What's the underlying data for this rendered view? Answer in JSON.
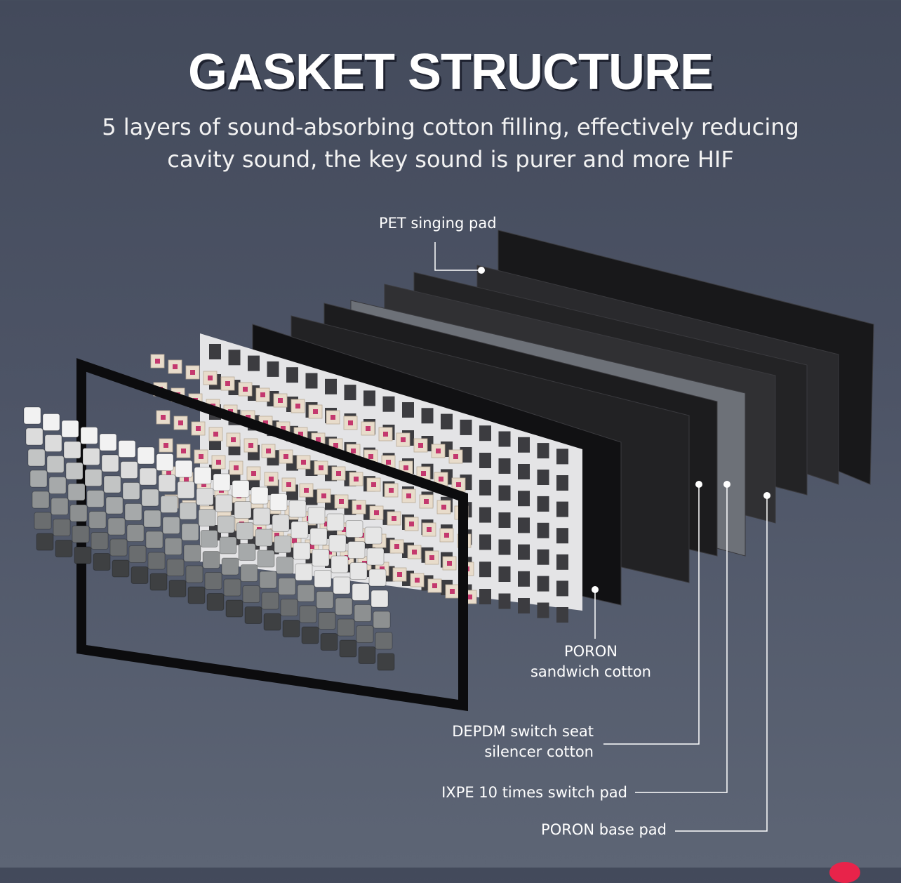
{
  "title": "GASKET STRUCTURE",
  "subtitle": {
    "line1": "5 layers of sound-absorbing cotton filling, effectively reducing",
    "line2": "cavity sound, the key sound is purer and more HIF"
  },
  "labels": {
    "pet": "PET singing pad",
    "poron_sandwich_1": "PORON",
    "poron_sandwich_2": "sandwich cotton",
    "depdm_1": "DEPDM switch seat",
    "depdm_2": "silencer cotton",
    "ixpe": "IXPE 10 times switch pad",
    "poron_base": "PORON base pad"
  },
  "colors": {
    "switch_stem": "#c4386e",
    "accent_dot": "#e8234a"
  }
}
